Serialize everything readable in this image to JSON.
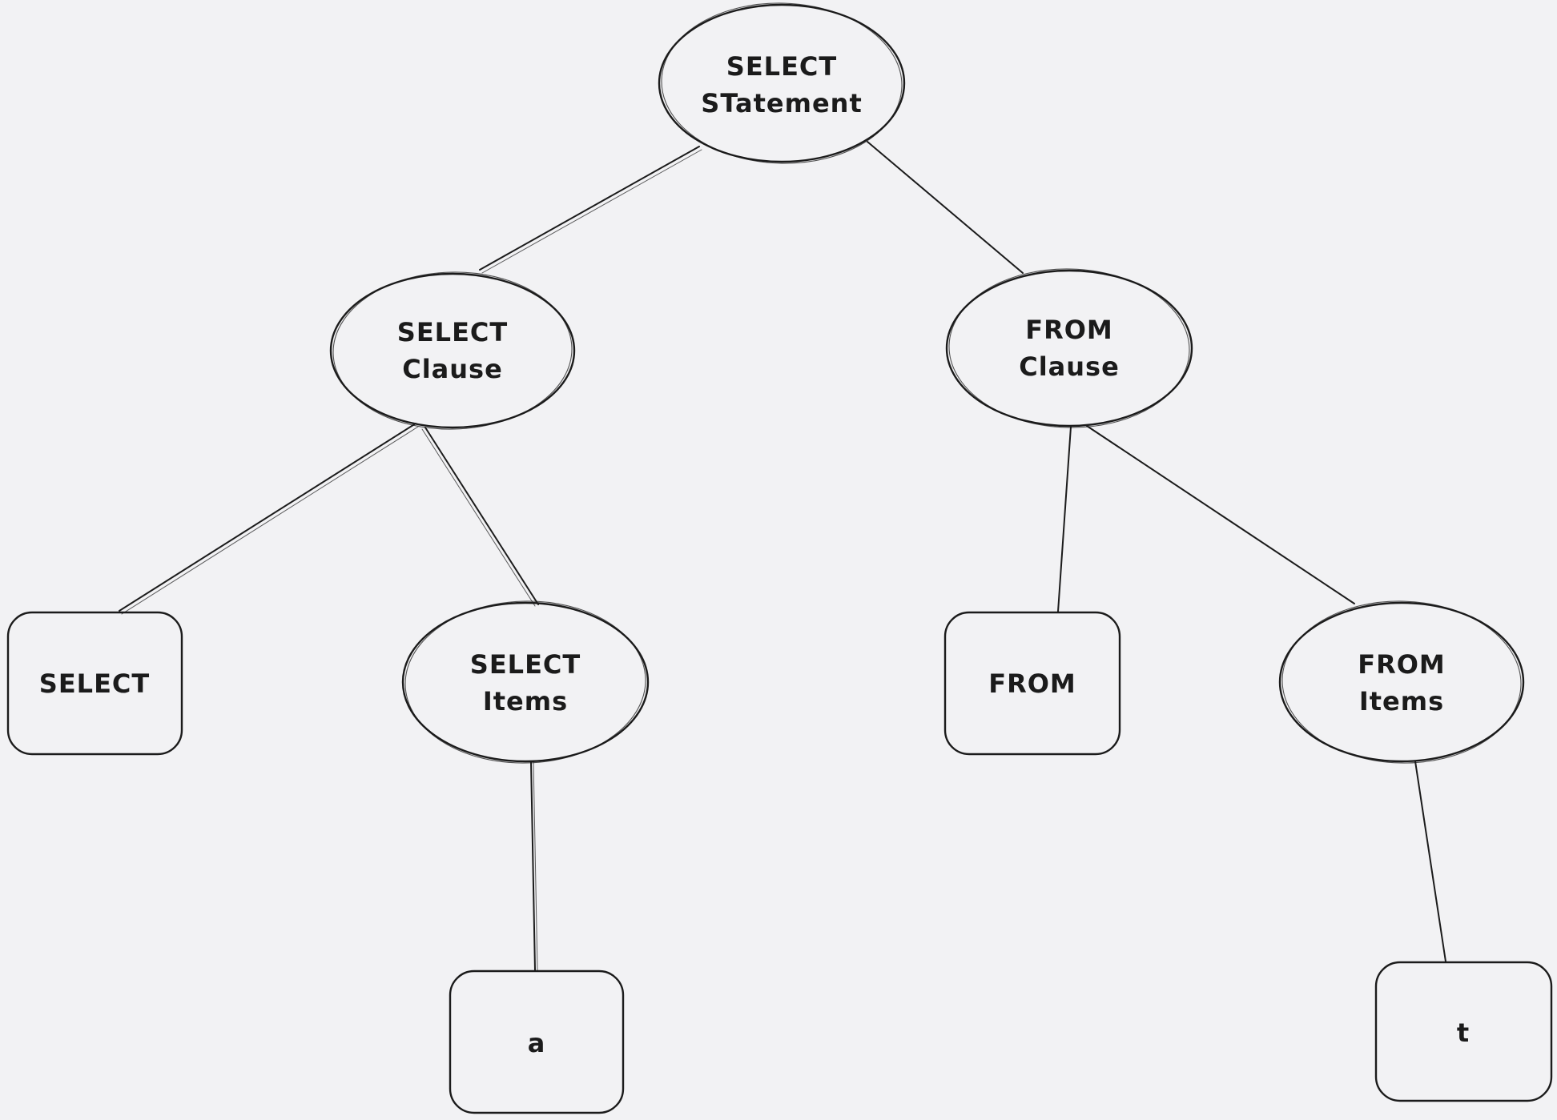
{
  "canvas": {
    "background_color": "#f2f2f4",
    "stroke_color": "#1b1b1b",
    "text_color": "#1b1b1b"
  },
  "diagram": {
    "type": "tree",
    "nodes": [
      {
        "id": "select-statement",
        "shape": "ellipse",
        "lines": [
          "SELECT",
          "STatement"
        ]
      },
      {
        "id": "select-clause",
        "shape": "ellipse",
        "lines": [
          "SELECT",
          "Clause"
        ]
      },
      {
        "id": "from-clause",
        "shape": "ellipse",
        "lines": [
          "FROM",
          "Clause"
        ]
      },
      {
        "id": "select-keyword",
        "shape": "rounded-rectangle",
        "lines": [
          "SELECT"
        ]
      },
      {
        "id": "select-items",
        "shape": "ellipse",
        "lines": [
          "SELECT",
          "Items"
        ]
      },
      {
        "id": "from-keyword",
        "shape": "rounded-rectangle",
        "lines": [
          "FROM"
        ]
      },
      {
        "id": "from-items",
        "shape": "ellipse",
        "lines": [
          "FROM",
          "Items"
        ]
      },
      {
        "id": "select-item-a",
        "shape": "rounded-rectangle",
        "lines": [
          "a"
        ]
      },
      {
        "id": "from-item-t",
        "shape": "rounded-rectangle",
        "lines": [
          "t"
        ]
      }
    ],
    "edges": [
      {
        "from": "select-statement",
        "to": "select-clause"
      },
      {
        "from": "select-statement",
        "to": "from-clause"
      },
      {
        "from": "select-clause",
        "to": "select-keyword"
      },
      {
        "from": "select-clause",
        "to": "select-items"
      },
      {
        "from": "from-clause",
        "to": "from-keyword"
      },
      {
        "from": "from-clause",
        "to": "from-items"
      },
      {
        "from": "select-items",
        "to": "select-item-a"
      },
      {
        "from": "from-items",
        "to": "from-item-t"
      }
    ]
  }
}
